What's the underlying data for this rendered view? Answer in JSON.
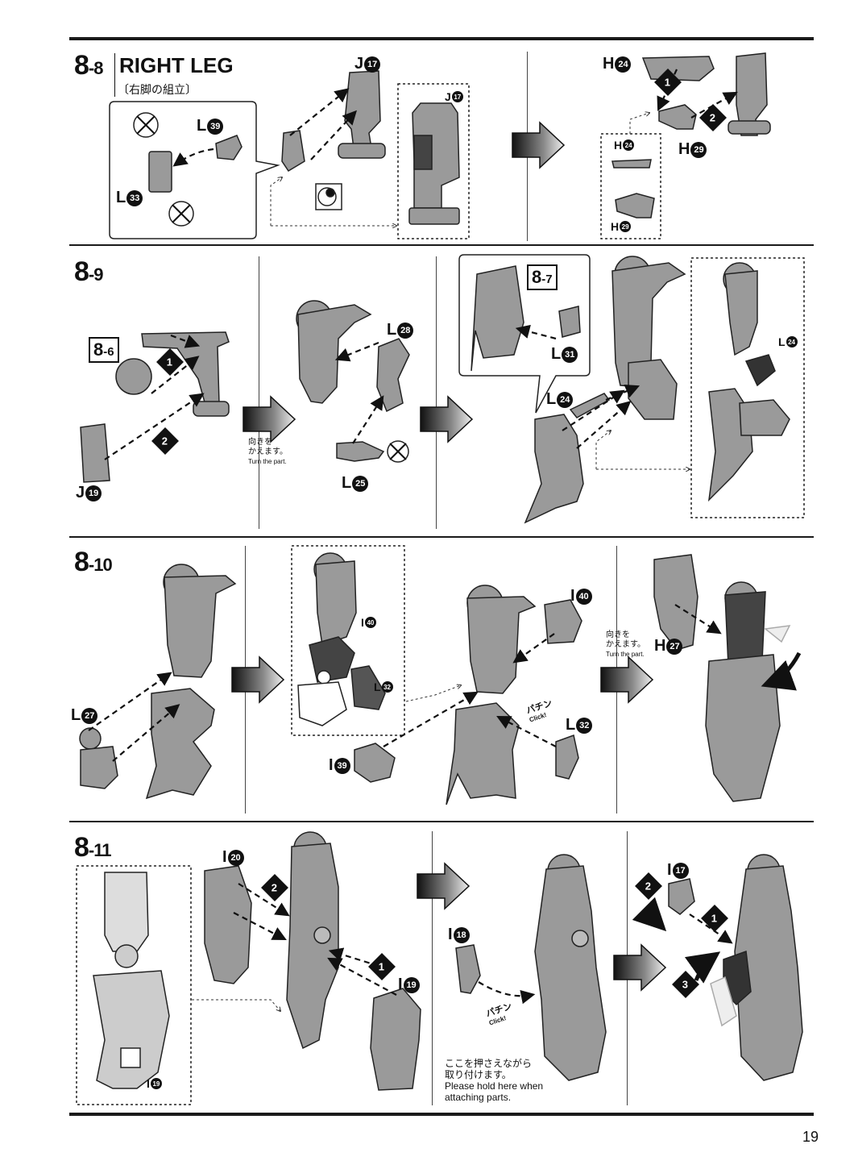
{
  "page_number": "19",
  "steps": {
    "s8_8": {
      "num": "8",
      "sub": "-8",
      "title": "RIGHT LEG",
      "title_jp": "〔右脚の組立〕"
    },
    "s8_9": {
      "num": "8",
      "sub": "-9"
    },
    "s8_10": {
      "num": "8",
      "sub": "-10"
    },
    "s8_11": {
      "num": "8",
      "sub": "-11"
    }
  },
  "parts": {
    "L39": {
      "letter": "L",
      "num": "39"
    },
    "L33": {
      "letter": "L",
      "num": "33"
    },
    "J17": {
      "letter": "J",
      "num": "17"
    },
    "H24": {
      "letter": "H",
      "num": "24"
    },
    "H29": {
      "letter": "H",
      "num": "29"
    },
    "J19": {
      "letter": "J",
      "num": "19"
    },
    "L28": {
      "letter": "L",
      "num": "28"
    },
    "L25": {
      "letter": "L",
      "num": "25"
    },
    "L31": {
      "letter": "L",
      "num": "31"
    },
    "L24": {
      "letter": "L",
      "num": "24"
    },
    "L27": {
      "letter": "L",
      "num": "27"
    },
    "I40": {
      "letter": "I",
      "num": "40"
    },
    "L32": {
      "letter": "L",
      "num": "32"
    },
    "I39": {
      "letter": "I",
      "num": "39"
    },
    "H27": {
      "letter": "H",
      "num": "27"
    },
    "I20": {
      "letter": "I",
      "num": "20"
    },
    "I19": {
      "letter": "I",
      "num": "19"
    },
    "I18": {
      "letter": "I",
      "num": "18"
    },
    "I17": {
      "letter": "I",
      "num": "17"
    }
  },
  "refs": {
    "r8_6": {
      "num": "8",
      "sub": "-6"
    },
    "r8_7": {
      "num": "8",
      "sub": "-7"
    }
  },
  "seq": {
    "one": "1",
    "two": "2",
    "three": "3"
  },
  "notes": {
    "turn_jp": "向きを\nかえます。",
    "turn_en": "Turn the part.",
    "click_jp": "パチン",
    "click_en": "Click!",
    "hold_jp": "ここを押さえながら\n取り付けます。",
    "hold_en": "Please hold here when\nattaching parts."
  }
}
